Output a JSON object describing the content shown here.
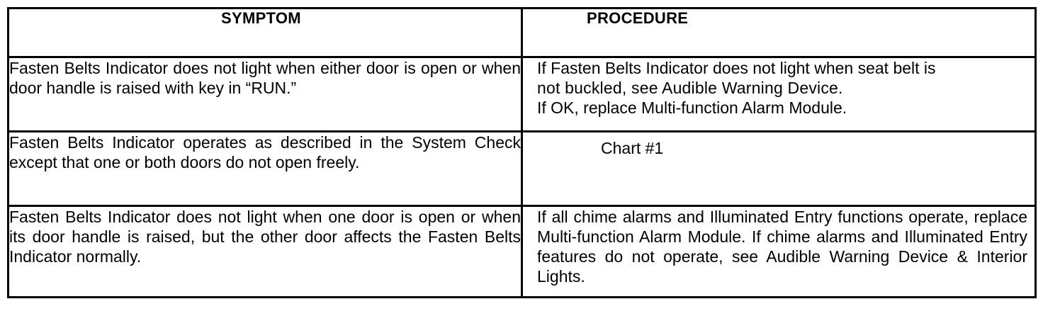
{
  "table": {
    "headers": {
      "symptom": "SYMPTOM",
      "procedure": "PROCEDURE"
    },
    "rows": [
      {
        "symptom": "Fasten Belts Indicator does not light when either door is open or when door handle is raised with key in “RUN.”",
        "procedure_lines": [
          "If Fasten Belts Indicator does not light when seat belt is",
          "not buckled, see Audible Warning Device.",
          "If OK, replace Multi-function Alarm Module."
        ]
      },
      {
        "symptom": "Fasten Belts Indicator operates as described in the System Check except that one or both doors do not open freely.",
        "procedure": "Chart #1"
      },
      {
        "symptom": "Fasten Belts Indicator does not light when one door is open or when its door handle is raised, but the other door affects the Fasten Belts Indicator normally.",
        "procedure": "If all chime alarms and Illuminated Entry functions operate, replace Multi-function Alarm Module. If chime alarms and Illuminated Entry features do not operate, see Audible Warning Device & Interior Lights."
      }
    ]
  }
}
